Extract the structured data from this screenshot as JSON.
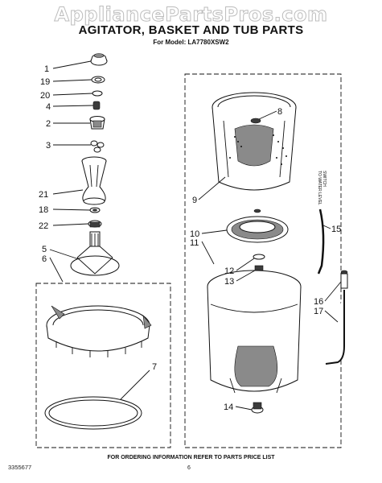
{
  "watermark": "AppliancePartsPros.com",
  "title": "AGITATOR, BASKET AND TUB PARTS",
  "model_line": "For Model: LA7780XSW2",
  "footer_note": "FOR ORDERING INFORMATION REFER TO PARTS PRICE LIST",
  "doc_number": "3355677",
  "page_number": "6",
  "side_note": [
    "TO WATER LEVEL",
    "SWITCH"
  ],
  "callouts": {
    "c1": "1",
    "c19": "19",
    "c20": "20",
    "c4": "4",
    "c2": "2",
    "c3": "3",
    "c21": "21",
    "c18": "18",
    "c22": "22",
    "c5": "5",
    "c6": "6",
    "c7": "7",
    "c8": "8",
    "c9": "9",
    "c10": "10",
    "c11": "11",
    "c12": "12",
    "c13": "13",
    "c14": "14",
    "c15": "15",
    "c16": "16",
    "c17": "17"
  }
}
